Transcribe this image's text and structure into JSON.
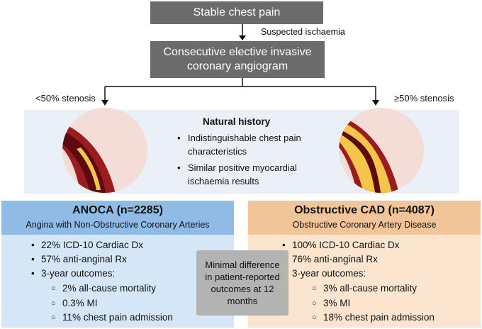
{
  "flow": {
    "start": "Stable chest pain",
    "suspected": "Suspected ischaemia",
    "angiogram_line1": "Consecutive elective invasive",
    "angiogram_line2": "coronary angiogram",
    "left_branch": "<50% stenosis",
    "right_branch": "≥50% stenosis"
  },
  "natural_history": {
    "title": "Natural history",
    "points": [
      [
        "Indistinguishable chest pain",
        "characteristics"
      ],
      [
        "Similar positive myocardial",
        "ischaemia results"
      ]
    ]
  },
  "anoca": {
    "title": "ANOCA (n=2285)",
    "subtitle": "Angina with Non-Obstructive Coronary Arteries",
    "items": [
      "22% ICD-10 Cardiac Dx",
      "57% anti-anginal Rx",
      "3-year outcomes:"
    ],
    "outcomes": [
      "2% all-cause mortality",
      "0.3% MI",
      "11% chest pain admission"
    ]
  },
  "cad": {
    "title": "Obstructive CAD (n=4087)",
    "subtitle": "Obstructive Coronary Artery Disease",
    "items": [
      "100% ICD-10 Cardiac Dx",
      "76% anti-anginal Rx",
      "3-year outcomes:"
    ],
    "outcomes": [
      "3% all-cause mortality",
      "3% MI",
      "18% chest pain admission"
    ]
  },
  "center_note": {
    "lines": [
      "Minimal difference",
      "in patient-reported",
      "outcomes at 12",
      "months"
    ]
  },
  "colors": {
    "flow_box": "#6b6b6b",
    "anoca_head": "#8fbbe6",
    "anoca_body": "#d5e6f6",
    "cad_head": "#f1c49a",
    "cad_body": "#fbe5cf",
    "note_box": "#b3b3b3",
    "band": "#ebeff8",
    "vessel_wall": "#9b1c1f",
    "vessel_lumen": "#5c0a0e",
    "plaque": "#f3c64a",
    "vessel_halo": "#f4ddd6"
  }
}
